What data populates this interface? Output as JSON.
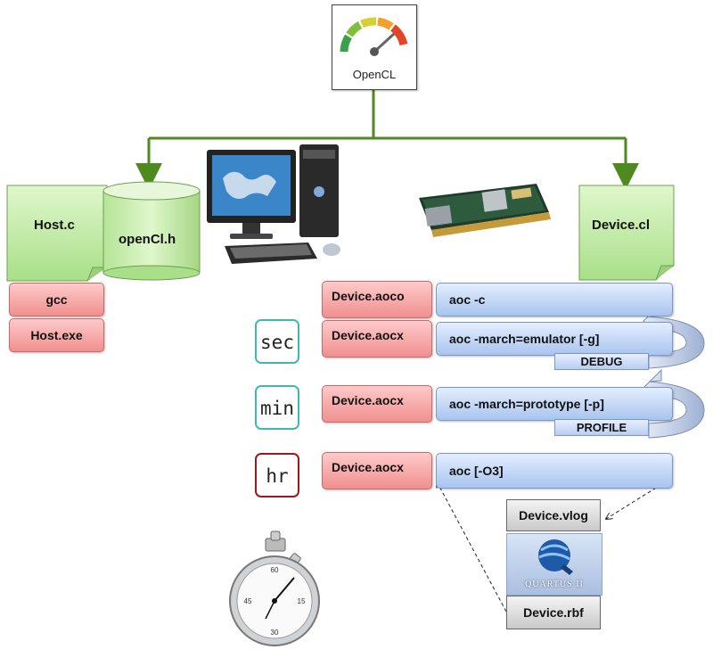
{
  "opencl_logo": {
    "label": "OpenCL"
  },
  "host": {
    "source": "Host.c",
    "header": "openCl.h",
    "compiler": "gcc",
    "output": "Host.exe"
  },
  "device": {
    "source": "Device.cl",
    "steps": [
      {
        "artifact": "Device.aoco",
        "command": "aoc -c"
      },
      {
        "artifact": "Device.aocx",
        "command": "aoc -march=emulator [-g]",
        "time": "sec",
        "tag": "DEBUG"
      },
      {
        "artifact": "Device.aocx",
        "command": "aoc -march=prototype [-p]",
        "time": "min",
        "tag": "PROFILE"
      },
      {
        "artifact": "Device.aocx",
        "command": "aoc [-O3]",
        "time": "hr"
      }
    ],
    "vlog": "Device.vlog",
    "rbf": "Device.rbf",
    "quartus": "QUARTUS II"
  },
  "colors": {
    "arrow_green": "#4f8a1f",
    "doc_green": "#c9f0b0",
    "red": "#f08f8f",
    "blue": "#a8c4ee",
    "sec_border": "#3fb8b0",
    "min_border": "#3fb8b0",
    "hr_border": "#a01818"
  },
  "icons": [
    "opencl-gauge-icon",
    "desktop-computer-icon",
    "fpga-board-icon",
    "quartus-globe-icon",
    "stopwatch-icon"
  ]
}
